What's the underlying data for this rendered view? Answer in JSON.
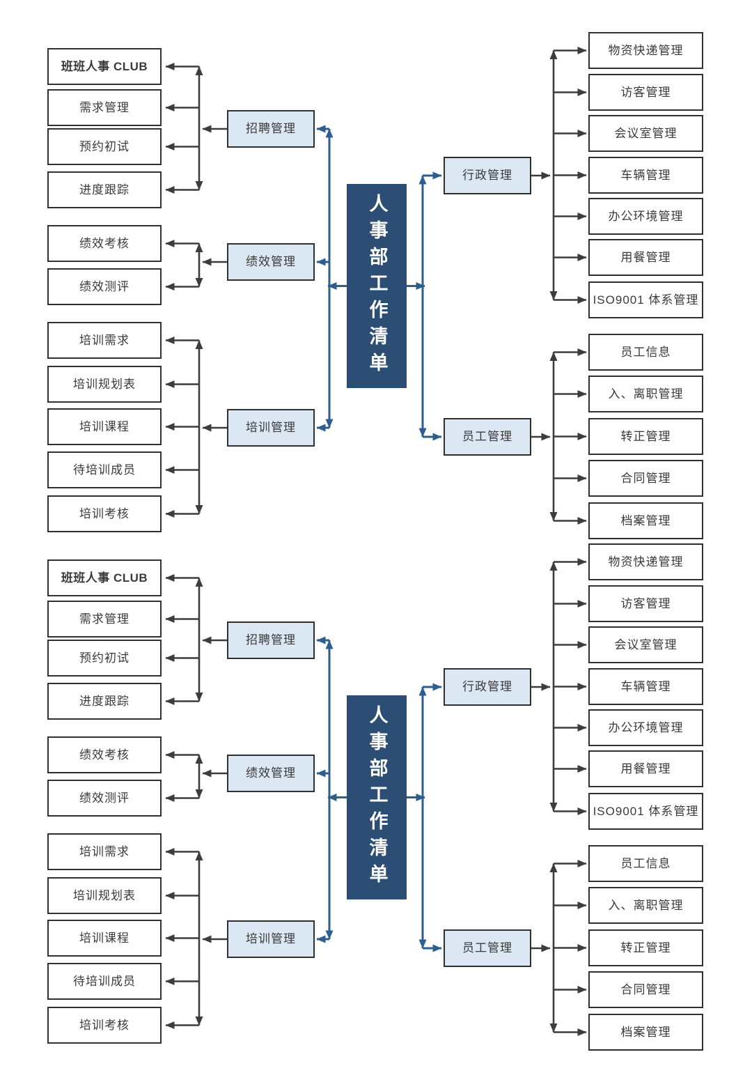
{
  "title": "人事部工作清单",
  "instances": 2,
  "colors": {
    "root_fill": "#2d4e74",
    "root_text": "#ffffff",
    "branch_fill": "#dbe7f3",
    "box_border": "#2f2f2f",
    "line_dark": "#3d3d3d",
    "line_blue": "#2d5f8e",
    "leaf_text": "#3a3a3a"
  },
  "left_groups": [
    {
      "parent": "招聘管理",
      "bold_child": 0,
      "children": [
        "班班人事 CLUB",
        "需求管理",
        "预约初试",
        "进度跟踪"
      ]
    },
    {
      "parent": "绩效管理",
      "children": [
        "绩效考核",
        "绩效测评"
      ]
    },
    {
      "parent": "培训管理",
      "children": [
        "培训需求",
        "培训规划表",
        "培训课程",
        "待培训成员",
        "培训考核"
      ]
    }
  ],
  "right_groups": [
    {
      "parent": "行政管理",
      "children": [
        "物资快递管理",
        "访客管理",
        "会议室管理",
        "车辆管理",
        "办公环境管理",
        "用餐管理",
        "ISO9001 体系管理"
      ]
    },
    {
      "parent": "员工管理",
      "children": [
        "员工信息",
        "入、离职管理",
        "转正管理",
        "合同管理",
        "档案管理"
      ]
    }
  ]
}
